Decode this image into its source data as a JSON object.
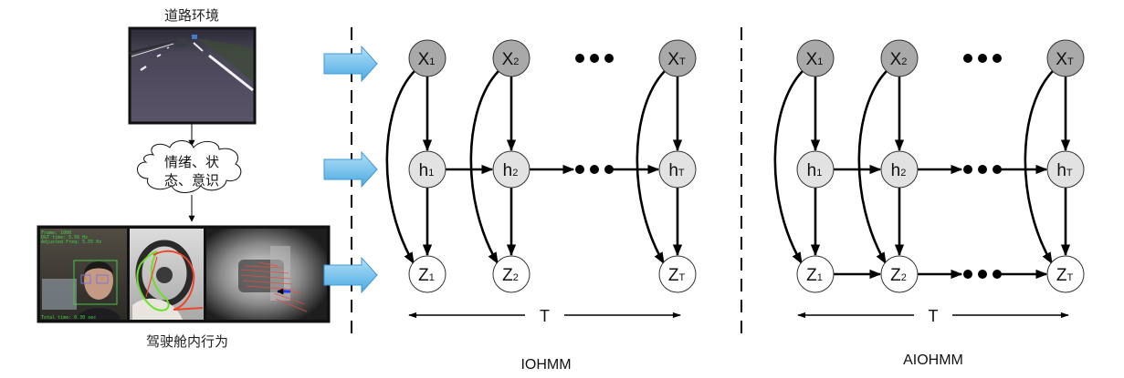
{
  "left_panel": {
    "road_title": "道路环境",
    "cloud_line1": "情绪、状",
    "cloud_line2": "态、意识",
    "cabin_title": "驾驶舱内行为",
    "face_overlay": {
      "line1": "Frame: 1000",
      "line2": "D&T time: 5.56 Hz",
      "line3": "Adjusted Freq: 5.55 Hz",
      "line4": "Total time: 0.30 sec"
    }
  },
  "colors": {
    "observed_node": "#a9a9a9",
    "hidden_node": "#e2e2e2",
    "output_node": "#ffffff",
    "arrow_fill_top": "#a6d8f5",
    "arrow_fill_bottom": "#4fb0e6",
    "arrow_stroke": "#3c9ad6",
    "edge": "#000000"
  },
  "models": [
    {
      "name": "IOHMM",
      "caption": "IOHMM",
      "span_label": "T",
      "z_chain": false,
      "nodes": {
        "x": [
          {
            "base": "X",
            "sub": "1"
          },
          {
            "base": "X",
            "sub": "2"
          },
          {
            "base": "X",
            "sub": "T"
          }
        ],
        "h": [
          {
            "base": "h",
            "sub": "1"
          },
          {
            "base": "h",
            "sub": "2"
          },
          {
            "base": "h",
            "sub": "T"
          }
        ],
        "z": [
          {
            "base": "Z",
            "sub": "1"
          },
          {
            "base": "Z",
            "sub": "2"
          },
          {
            "base": "Z",
            "sub": "T"
          }
        ]
      }
    },
    {
      "name": "AIOHMM",
      "caption": "AIOHMM",
      "span_label": "T",
      "z_chain": true,
      "nodes": {
        "x": [
          {
            "base": "X",
            "sub": "1"
          },
          {
            "base": "X",
            "sub": "2"
          },
          {
            "base": "X",
            "sub": "T"
          }
        ],
        "h": [
          {
            "base": "h",
            "sub": "1"
          },
          {
            "base": "h",
            "sub": "2"
          },
          {
            "base": "h",
            "sub": "T"
          }
        ],
        "z": [
          {
            "base": "Z",
            "sub": "1"
          },
          {
            "base": "Z",
            "sub": "2"
          },
          {
            "base": "Z",
            "sub": "T"
          }
        ]
      }
    }
  ]
}
